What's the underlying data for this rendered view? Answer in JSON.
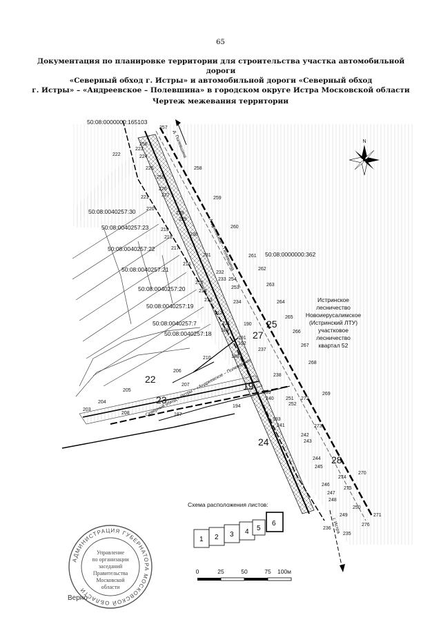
{
  "page_number": "65",
  "title_line1": "Документация по планировке территории для строительства участка автомобильной дороги",
  "title_line2": "«Северный обход г. Истры» и автомобильной дороги «Северный обход",
  "title_line3": "г. Истры» – «Андреевское – Полевшина» в городском округе Истра Московской области",
  "subtitle": "Чертеж межевания территории",
  "cadastral": {
    "top": "50:08:0000000:165103",
    "p30": "50:08:0040257:30",
    "p23": "50:08:0040257:23",
    "p22": "50:08:0040257:22",
    "p21": "50:08:0040257:21",
    "p20": "50:08:0040257:20",
    "p19": "50:08:0040257:19",
    "p7": "50:08:0040257:7",
    "p18": "50:08:0040257:18",
    "p362": "50:08:0000000:362"
  },
  "forest_label": {
    "l1": "Истринское",
    "l2": "лесничество",
    "l3": "Новоиерусалимское",
    "l4": "(Истринский ЛТУ)",
    "l5": "участковое",
    "l6": "лесничество",
    "l7": "квартал 52"
  },
  "road_labels": {
    "main": "Андреевское – Полевшина",
    "bypass": "Северный обход г. Истры – «Андреевское – Полевшина»",
    "to_polevshina": "д. Полевшина",
    "to_istra": "г. Истра"
  },
  "plots": [
    "19",
    "22",
    "23",
    "24",
    "25",
    "27",
    "28"
  ],
  "compass_letter": "N",
  "sheet_scheme": {
    "title": "Схема расположения листов:",
    "sheets": [
      "1",
      "2",
      "3",
      "4",
      "5",
      "6"
    ]
  },
  "scale": {
    "ticks": [
      "0",
      "25",
      "50",
      "75",
      "100м"
    ]
  },
  "stamp": {
    "ring": "АДМИНИСТРАЦИЯ ГУБЕРНАТОРА МОСКОВСКОЙ ОБЛАСТИ",
    "c1": "Управление",
    "c2": "по организации",
    "c3": "заседаний",
    "c4": "Правительства",
    "c5": "Московской",
    "c6": "области"
  },
  "verno": "Верно",
  "points": [
    {
      "n": "257"
    },
    {
      "n": "256"
    },
    {
      "n": "223"
    },
    {
      "n": "224"
    },
    {
      "n": "222"
    },
    {
      "n": "258"
    },
    {
      "n": "225"
    },
    {
      "n": "255"
    },
    {
      "n": "226"
    },
    {
      "n": "227"
    },
    {
      "n": "221"
    },
    {
      "n": "259"
    },
    {
      "n": "220"
    },
    {
      "n": "228"
    },
    {
      "n": "229"
    },
    {
      "n": "260"
    },
    {
      "n": "219"
    },
    {
      "n": "218"
    },
    {
      "n": "230"
    },
    {
      "n": "217"
    },
    {
      "n": "261"
    },
    {
      "n": "231"
    },
    {
      "n": "262"
    },
    {
      "n": "216"
    },
    {
      "n": "232"
    },
    {
      "n": "233"
    },
    {
      "n": "254"
    },
    {
      "n": "215"
    },
    {
      "n": "214"
    },
    {
      "n": "253"
    },
    {
      "n": "263"
    },
    {
      "n": "213"
    },
    {
      "n": "234"
    },
    {
      "n": "264"
    },
    {
      "n": "212"
    },
    {
      "n": "265"
    },
    {
      "n": "211"
    },
    {
      "n": "190"
    },
    {
      "n": "189"
    },
    {
      "n": "266"
    },
    {
      "n": "191"
    },
    {
      "n": "192"
    },
    {
      "n": "267"
    },
    {
      "n": "237"
    },
    {
      "n": "188"
    },
    {
      "n": "210"
    },
    {
      "n": "268"
    },
    {
      "n": "206"
    },
    {
      "n": "238"
    },
    {
      "n": "207"
    },
    {
      "n": "205"
    },
    {
      "n": "239"
    },
    {
      "n": "240"
    },
    {
      "n": "251"
    },
    {
      "n": "252"
    },
    {
      "n": "272"
    },
    {
      "n": "269"
    },
    {
      "n": "204"
    },
    {
      "n": "203"
    },
    {
      "n": "208"
    },
    {
      "n": "187"
    },
    {
      "n": "194"
    },
    {
      "n": "193"
    },
    {
      "n": "241"
    },
    {
      "n": "273"
    },
    {
      "n": "242"
    },
    {
      "n": "243"
    },
    {
      "n": "244"
    },
    {
      "n": "245"
    },
    {
      "n": "270"
    },
    {
      "n": "274"
    },
    {
      "n": "246"
    },
    {
      "n": "247"
    },
    {
      "n": "275"
    },
    {
      "n": "248"
    },
    {
      "n": "249"
    },
    {
      "n": "250"
    },
    {
      "n": "271"
    },
    {
      "n": "276"
    },
    {
      "n": "236"
    },
    {
      "n": "235"
    }
  ]
}
